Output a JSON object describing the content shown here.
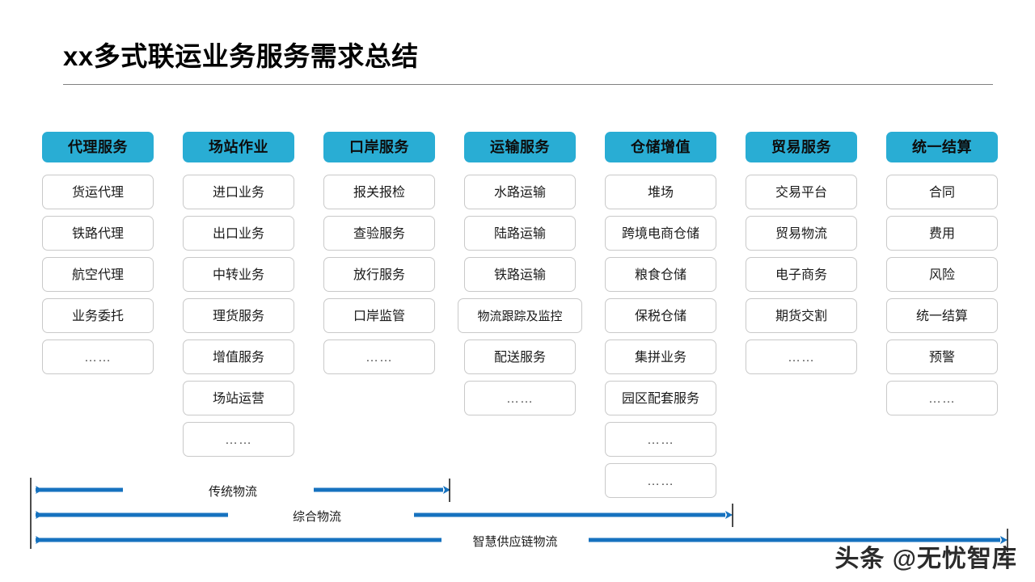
{
  "title": "xx多式联运业务服务需求总结",
  "watermark": "头条 @无忧智库",
  "colors": {
    "header_fill": "#29ADD4",
    "arrow": "#1672BF",
    "item_border": "#c9c9c9",
    "rule": "#808080"
  },
  "columns": [
    {
      "header": "代理服务",
      "items": [
        "货运代理",
        "铁路代理",
        "航空代理",
        "业务委托",
        "……"
      ]
    },
    {
      "header": "场站作业",
      "items": [
        "进口业务",
        "出口业务",
        "中转业务",
        "理货服务",
        "增值服务",
        "场站运营",
        "……"
      ]
    },
    {
      "header": "口岸服务",
      "items": [
        "报关报检",
        "查验服务",
        "放行服务",
        "口岸监管",
        "……"
      ]
    },
    {
      "header": "运输服务",
      "items": [
        "水路运输",
        "陆路运输",
        "铁路运输",
        "物流跟踪及监控",
        "配送服务",
        "……"
      ]
    },
    {
      "header": "仓储增值",
      "items": [
        "堆场",
        "跨境电商仓储",
        "粮食仓储",
        "保税仓储",
        "集拼业务",
        "园区配套服务",
        "……",
        "……"
      ]
    },
    {
      "header": "贸易服务",
      "items": [
        "交易平台",
        "贸易物流",
        "电子商务",
        "期货交割",
        "……"
      ]
    },
    {
      "header": "统一结算",
      "items": [
        "合同",
        "费用",
        "风险",
        "统一结算",
        "预警",
        "……"
      ]
    }
  ],
  "arrows": [
    {
      "label": "传统物流"
    },
    {
      "label": "综合物流"
    },
    {
      "label": "智慧供应链物流"
    }
  ]
}
